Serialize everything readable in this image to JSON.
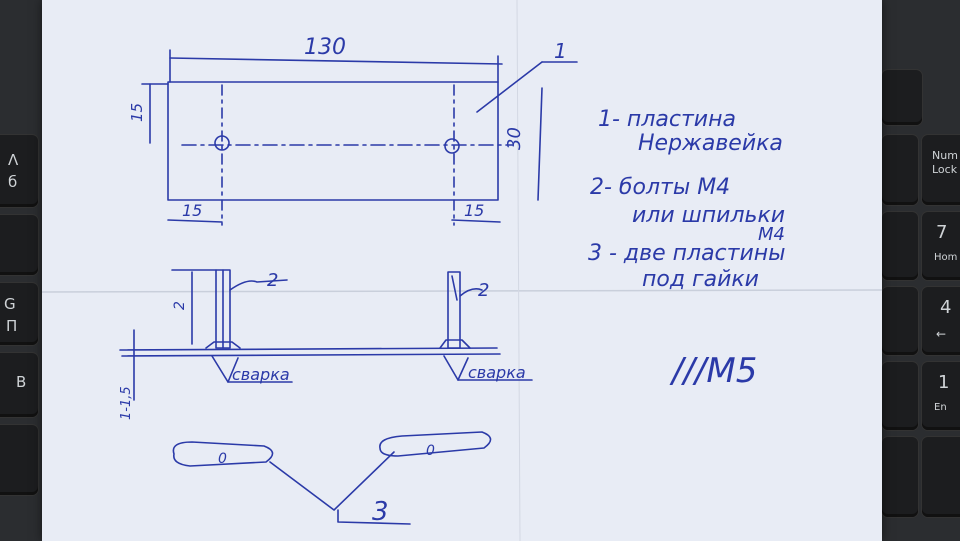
{
  "keyboard": {
    "left_keys": [
      {
        "top": "Λ",
        "bottom": "б"
      },
      {
        "top": "",
        "bottom": ""
      },
      {
        "top": "G",
        "bottom": "П"
      },
      {
        "top": "B",
        "bottom": ""
      }
    ],
    "right_keys": [
      {
        "label": "Num",
        "sub": "Lock"
      },
      {
        "label": "7",
        "sub": "Hom"
      },
      {
        "label": "4",
        "sub": "←"
      },
      {
        "label": "1",
        "sub": "En"
      }
    ]
  },
  "drawing": {
    "dim_length": "130",
    "dim_height": "30",
    "dim_hole_offset_v": "15",
    "dim_hole_left": "15",
    "dim_hole_right": "15",
    "part_label_1": "1",
    "bolt_label_left": "2",
    "bolt_label_right": "2",
    "bolt_height": "2",
    "plate_thickness": "1-1,5",
    "weld_label_left": "сварка",
    "weld_label_right": "сварка",
    "washer_label": "3",
    "washer_hole_left": "0",
    "washer_hole_right": "0"
  },
  "notes": {
    "line1a": "1- пластина",
    "line1b": "Нержавейка",
    "line2a": "2- болты М4",
    "line2b": "или шпильки",
    "line2c": "М4",
    "line3a": "3 - две пластины",
    "line3b": "под гайки",
    "thread": "///М5"
  }
}
